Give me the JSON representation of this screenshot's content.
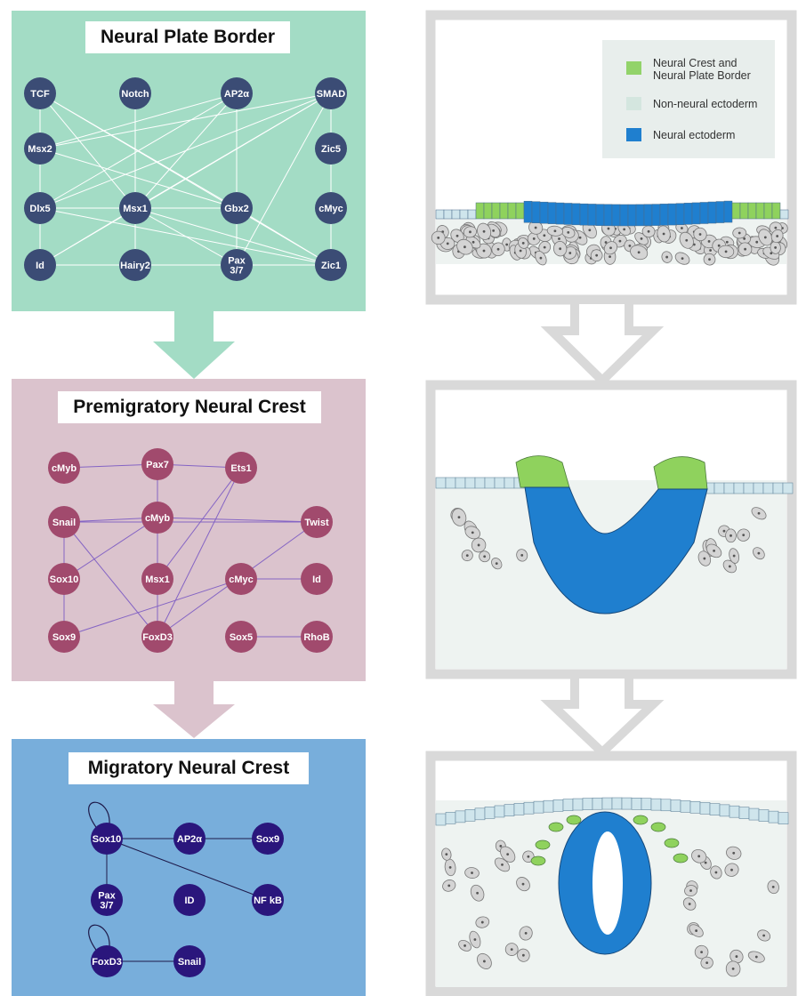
{
  "panels": {
    "npb": {
      "title": "Neural Plate Border",
      "fill": "#a3dcc5",
      "node_color": "#3b4c75",
      "edge_color": "#ffffff",
      "nodes": [
        {
          "id": "TCF",
          "label": "TCF"
        },
        {
          "id": "Notch",
          "label": "Notch"
        },
        {
          "id": "AP2a",
          "label": "AP2α"
        },
        {
          "id": "SMAD",
          "label": "SMAD"
        },
        {
          "id": "Msx2",
          "label": "Msx2"
        },
        {
          "id": "Zic5",
          "label": "Zic5"
        },
        {
          "id": "Dlx5",
          "label": "Dlx5"
        },
        {
          "id": "Msx1",
          "label": "Msx1"
        },
        {
          "id": "Gbx2",
          "label": "Gbx2"
        },
        {
          "id": "cMyc",
          "label": "cMyc"
        },
        {
          "id": "Id",
          "label": "Id"
        },
        {
          "id": "Hairy2",
          "label": "Hairy2"
        },
        {
          "id": "Pax37",
          "label": "Pax\n3/7"
        },
        {
          "id": "Zic1",
          "label": "Zic1"
        }
      ],
      "edges": [
        [
          "TCF",
          "Msx2"
        ],
        [
          "TCF",
          "Msx1"
        ],
        [
          "TCF",
          "Gbx2"
        ],
        [
          "TCF",
          "Zic1"
        ],
        [
          "Notch",
          "Msx1"
        ],
        [
          "AP2a",
          "Msx2"
        ],
        [
          "AP2a",
          "Dlx5"
        ],
        [
          "AP2a",
          "Msx1"
        ],
        [
          "AP2a",
          "Gbx2"
        ],
        [
          "AP2a",
          "Pax37"
        ],
        [
          "SMAD",
          "Msx2"
        ],
        [
          "SMAD",
          "Msx1"
        ],
        [
          "SMAD",
          "Dlx5"
        ],
        [
          "SMAD",
          "Pax37"
        ],
        [
          "SMAD",
          "Id"
        ],
        [
          "SMAD",
          "Zic5"
        ],
        [
          "Zic5",
          "cMyc"
        ],
        [
          "cMyc",
          "Zic1"
        ],
        [
          "Msx2",
          "Dlx5"
        ],
        [
          "Dlx5",
          "Msx1"
        ],
        [
          "Dlx5",
          "Id"
        ],
        [
          "Dlx5",
          "Zic1"
        ],
        [
          "Msx1",
          "Gbx2"
        ],
        [
          "Msx1",
          "Hairy2"
        ],
        [
          "Msx1",
          "Zic1"
        ],
        [
          "Msx1",
          "Pax37"
        ],
        [
          "Gbx2",
          "Pax37"
        ],
        [
          "Gbx2",
          "Zic1"
        ],
        [
          "Id",
          "Hairy2"
        ],
        [
          "Id",
          "Msx1"
        ],
        [
          "Id",
          "Pax37"
        ],
        [
          "Pax37",
          "Zic1"
        ],
        [
          "Msx2",
          "Gbx2"
        ],
        [
          "TCF",
          "Dlx5"
        ]
      ]
    },
    "pnc": {
      "title": "Premigratory Neural Crest",
      "fill": "#dbc3cd",
      "node_color": "#a14a6d",
      "edge_color": "#8464c4",
      "nodes": [
        {
          "id": "cMyb1",
          "label": "cMyb"
        },
        {
          "id": "Pax7",
          "label": "Pax7"
        },
        {
          "id": "Ets1",
          "label": "Ets1"
        },
        {
          "id": "Snail",
          "label": "Snail"
        },
        {
          "id": "cMyb2",
          "label": "cMyb"
        },
        {
          "id": "Twist",
          "label": "Twist"
        },
        {
          "id": "Sox10",
          "label": "Sox10"
        },
        {
          "id": "Msx1",
          "label": "Msx1"
        },
        {
          "id": "cMyc",
          "label": "cMyc"
        },
        {
          "id": "Id",
          "label": "Id"
        },
        {
          "id": "Sox9",
          "label": "Sox9"
        },
        {
          "id": "FoxD3",
          "label": "FoxD3"
        },
        {
          "id": "Sox5",
          "label": "Sox5"
        },
        {
          "id": "RhoB",
          "label": "RhoB"
        }
      ],
      "edges": [
        [
          "cMyb1",
          "Pax7"
        ],
        [
          "Pax7",
          "Ets1"
        ],
        [
          "Pax7",
          "cMyb2"
        ],
        [
          "Snail",
          "cMyb2"
        ],
        [
          "cMyb2",
          "Twist"
        ],
        [
          "Snail",
          "Twist"
        ],
        [
          "Snail",
          "Sox10"
        ],
        [
          "Snail",
          "FoxD3"
        ],
        [
          "cMyb2",
          "Sox10"
        ],
        [
          "cMyb2",
          "Msx1"
        ],
        [
          "Ets1",
          "FoxD3"
        ],
        [
          "Ets1",
          "Msx1"
        ],
        [
          "Twist",
          "FoxD3"
        ],
        [
          "Sox10",
          "Sox9"
        ],
        [
          "Msx1",
          "FoxD3"
        ],
        [
          "cMyc",
          "Id"
        ],
        [
          "cMyc",
          "Sox9"
        ],
        [
          "Sox5",
          "RhoB"
        ]
      ]
    },
    "mnc": {
      "title": "Migratory Neural Crest",
      "fill": "#78aedb",
      "node_color": "#2a167c",
      "edge_color": "#1e1a4a",
      "nodes": [
        {
          "id": "Sox10",
          "label": "Sox10"
        },
        {
          "id": "AP2a",
          "label": "AP2α"
        },
        {
          "id": "Sox9",
          "label": "Sox9"
        },
        {
          "id": "Pax37",
          "label": "Pax\n3/7"
        },
        {
          "id": "ID",
          "label": "ID"
        },
        {
          "id": "NFkB",
          "label": "NF kB"
        },
        {
          "id": "FoxD3",
          "label": "FoxD3"
        },
        {
          "id": "Snail",
          "label": "Snail"
        }
      ],
      "edges": [
        [
          "Sox10",
          "AP2a"
        ],
        [
          "AP2a",
          "Sox9"
        ],
        [
          "Sox10",
          "Pax37"
        ],
        [
          "Sox10",
          "NFkB"
        ],
        [
          "FoxD3",
          "Snail"
        ]
      ],
      "self_loops": [
        "Sox10",
        "FoxD3"
      ]
    }
  },
  "legend": {
    "items": [
      {
        "label": "Neural Crest and\nNeural Plate Border",
        "color": "#92d36a"
      },
      {
        "label": "Non-neural ectoderm",
        "color": "#d4e6df"
      },
      {
        "label": "Neural ectoderm",
        "color": "#1f7fcf"
      }
    ]
  },
  "colors": {
    "frame": "#d9d9d9",
    "mesenchyme_bg": "#eef3f1",
    "cell_fill": "#d4d4d4",
    "neural_blue": "#1f7fcf",
    "crest_green": "#8fd25d",
    "skin": "#cfe5ec"
  }
}
